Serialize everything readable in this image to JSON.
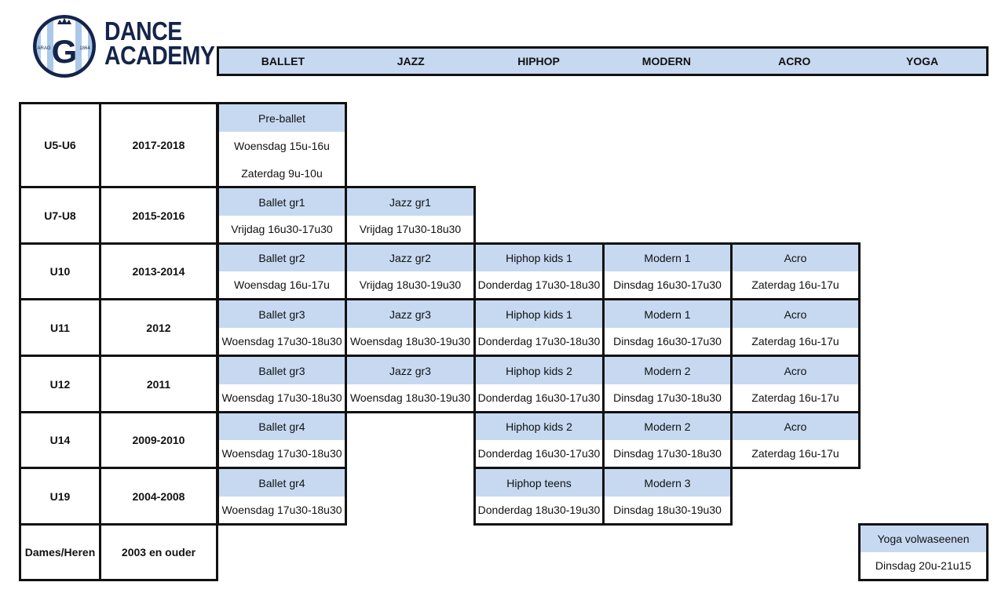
{
  "brand": {
    "line1": "DANCE",
    "line2": "ACADEMY",
    "emblem_letter": "G",
    "emblem_left": "ARAG",
    "emblem_right": "1864"
  },
  "colors": {
    "navy": "#14244a",
    "header_blue": "#c6d9f1",
    "border": "#111111"
  },
  "categories": [
    "BALLET",
    "JAZZ",
    "HIPHOP",
    "MODERN",
    "ACRO",
    "YOGA"
  ],
  "rows": [
    {
      "age": "U5-U6",
      "years": "2017-2018"
    },
    {
      "age": "U7-U8",
      "years": "2015-2016"
    },
    {
      "age": "U10",
      "years": "2013-2014"
    },
    {
      "age": "U11",
      "years": "2012"
    },
    {
      "age": "U12",
      "years": "2011"
    },
    {
      "age": "U14",
      "years": "2009-2010"
    },
    {
      "age": "U19",
      "years": "2004-2008"
    },
    {
      "age": "Dames/Heren",
      "years": "2003 en ouder"
    }
  ],
  "classes": {
    "u5": {
      "name": "Pre-ballet",
      "time1": "Woensdag 15u-16u",
      "time2": "Zaterdag 9u-10u"
    },
    "u7": [
      {
        "name": "Ballet gr1",
        "time": "Vrijdag 16u30-17u30"
      },
      {
        "name": "Jazz gr1",
        "time": "Vrijdag 17u30-18u30"
      }
    ],
    "u10": [
      {
        "name": "Ballet gr2",
        "time": "Woensdag 16u-17u"
      },
      {
        "name": "Jazz gr2",
        "time": "Vrijdag 18u30-19u30"
      },
      {
        "name": "Hiphop kids 1",
        "time": "Donderdag 17u30-18u30"
      },
      {
        "name": "Modern 1",
        "time": "Dinsdag 16u30-17u30"
      },
      {
        "name": "Acro",
        "time": "Zaterdag 16u-17u"
      }
    ],
    "u11": [
      {
        "name": "Ballet gr3",
        "time": "Woensdag 17u30-18u30"
      },
      {
        "name": "Jazz gr3",
        "time": "Woensdag 18u30-19u30"
      },
      {
        "name": "Hiphop kids 1",
        "time": "Donderdag 17u30-18u30"
      },
      {
        "name": "Modern 1",
        "time": "Dinsdag 16u30-17u30"
      },
      {
        "name": "Acro",
        "time": "Zaterdag 16u-17u"
      }
    ],
    "u12": [
      {
        "name": "Ballet gr3",
        "time": "Woensdag 17u30-18u30"
      },
      {
        "name": "Jazz gr3",
        "time": "Woensdag 18u30-19u30"
      },
      {
        "name": "Hiphop kids 2",
        "time": "Donderdag 16u30-17u30"
      },
      {
        "name": "Modern 2",
        "time": "Dinsdag 17u30-18u30"
      },
      {
        "name": "Acro",
        "time": "Zaterdag 16u-17u"
      }
    ],
    "u14": {
      "ballet": {
        "name": "Ballet gr4",
        "time": "Woensdag 17u30-18u30"
      },
      "hiphop": {
        "name": "Hiphop kids 2",
        "time": "Donderdag 16u30-17u30"
      },
      "modern": {
        "name": "Modern 2",
        "time": "Dinsdag 17u30-18u30"
      },
      "acro": {
        "name": "Acro",
        "time": "Zaterdag 16u-17u"
      }
    },
    "u19": {
      "ballet": {
        "name": "Ballet gr4",
        "time": "Woensdag 17u30-18u30"
      },
      "hiphop": {
        "name": "Hiphop teens",
        "time": "Donderdag 18u30-19u30"
      },
      "modern": {
        "name": "Modern 3",
        "time": "Dinsdag 18u30-19u30"
      }
    },
    "yoga": {
      "name": "Yoga volwaseenen",
      "time": "Dinsdag 20u-21u15"
    }
  }
}
